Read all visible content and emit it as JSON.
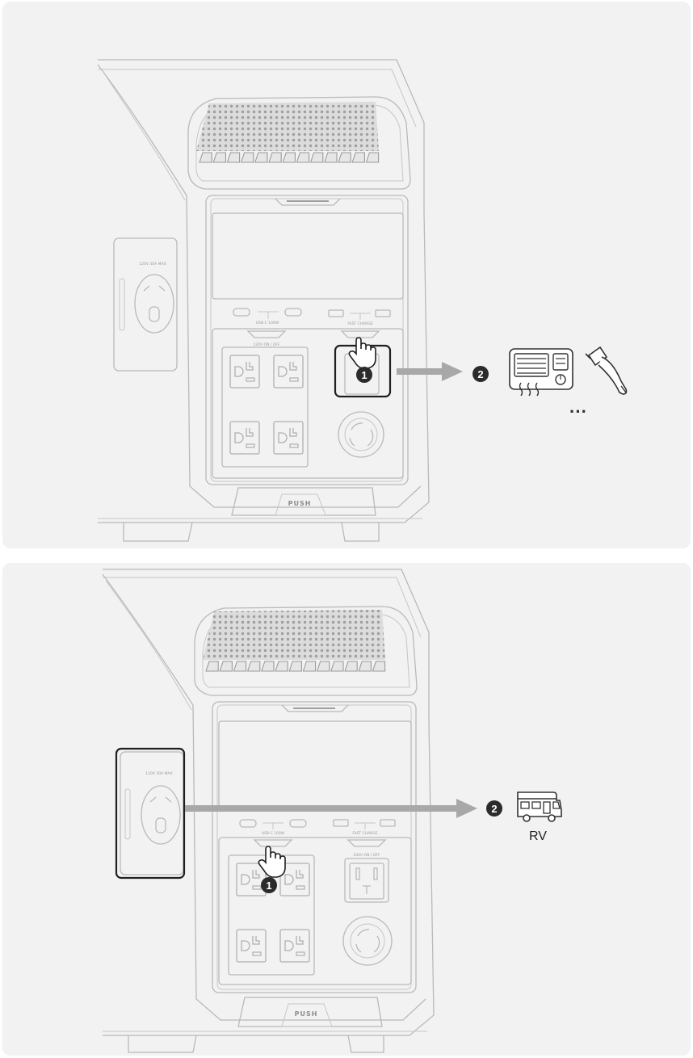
{
  "top_panel": {
    "device_labels": {
      "usb_c": "USB-C 100W",
      "fast_charge": "FAST CHARGE",
      "ac_120v": "120V ON / OFF",
      "side_outlet": "120V 30A MAX",
      "push": "PUSH"
    },
    "step_1": "1",
    "step_2": "2",
    "ellipsis": "···"
  },
  "bottom_panel": {
    "device_labels": {
      "usb_c": "USB-C 100W",
      "fast_charge": "FAST CHARGE",
      "ac_240v": "240V ON / OFF",
      "side_outlet": "120V 30A MAX",
      "push": "PUSH"
    },
    "step_1": "1",
    "step_2": "2",
    "rv_label": "RV"
  },
  "colors": {
    "panel_bg": "#f2f2f2",
    "line_art": "#b9b9b9",
    "highlight": "#1f1f1f",
    "arrow": "#a8a8a8",
    "step_badge": "#2b2b2b"
  },
  "icons": [
    "hand-pointer-icon",
    "air-conditioner-icon",
    "ev-charger-plug-icon",
    "rv-camper-icon"
  ]
}
